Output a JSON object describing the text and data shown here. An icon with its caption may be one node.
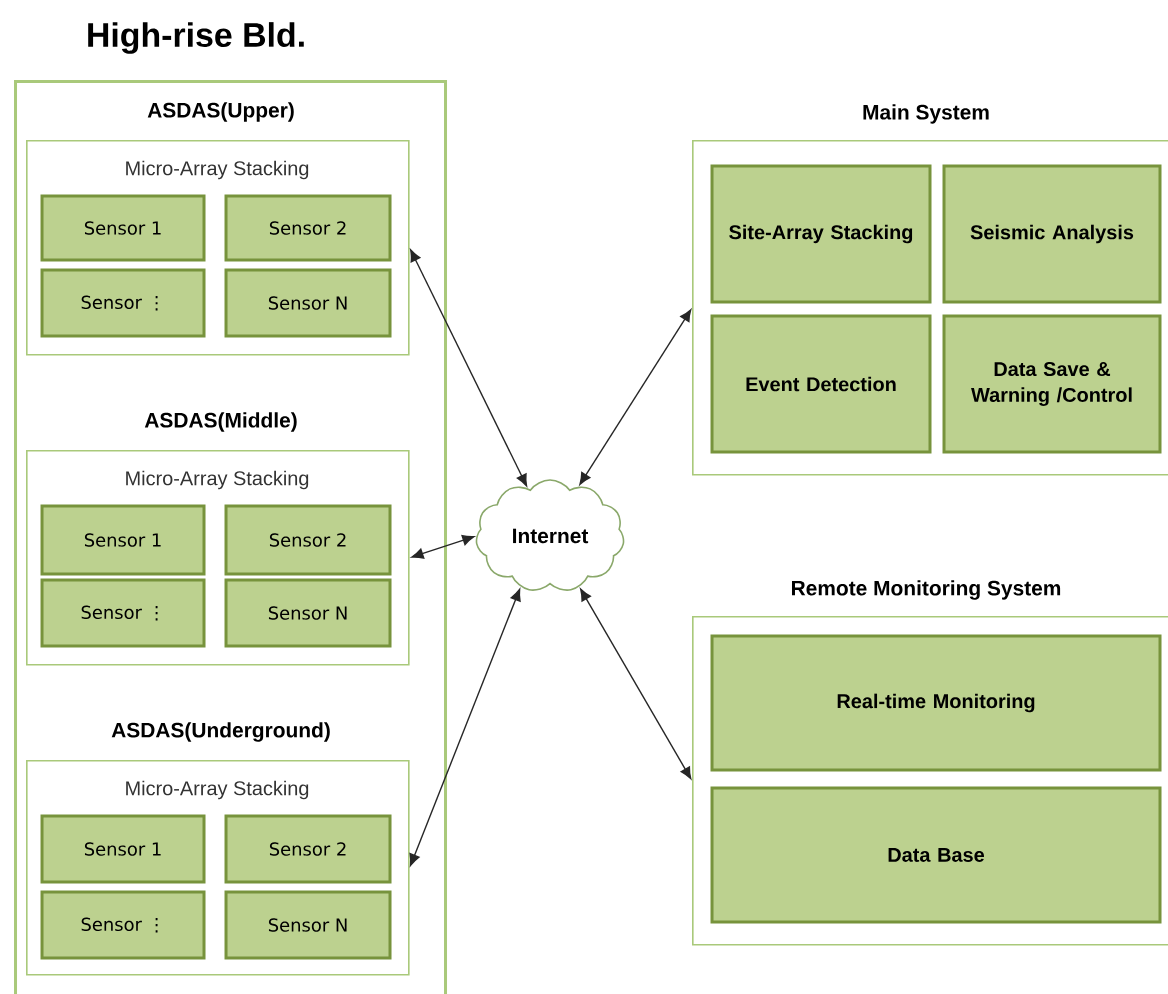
{
  "diagram": {
    "nodes": [
      {
        "text": [
          "High-rise Bld."
        ]
      },
      {
        "text": [
          "ASDAS(Upper)",
          "Micro-Array Stacking"
        ],
        "in": 0
      },
      {
        "text": [
          "Sensor 1"
        ],
        "in": 1
      },
      {
        "text": [
          "Sensor 2"
        ],
        "in": 1
      },
      {
        "text": [
          "Sensor ⋮"
        ],
        "in": 1
      },
      {
        "text": [
          "Sensor N"
        ],
        "in": 1
      },
      {
        "text": [
          "ASDAS(Middle)",
          "Micro-Array Stacking"
        ],
        "in": 0
      },
      {
        "text": [
          "Sensor 1"
        ],
        "in": 6
      },
      {
        "text": [
          "Sensor 2"
        ],
        "in": 6
      },
      {
        "text": [
          "Sensor ⋮"
        ],
        "in": 6
      },
      {
        "text": [
          "Sensor N"
        ],
        "in": 6
      },
      {
        "text": [
          "ASDAS(Underground)",
          "Micro-Array Stacking"
        ],
        "in": 0
      },
      {
        "text": [
          "Sensor 1"
        ],
        "in": 11
      },
      {
        "text": [
          "Sensor 2"
        ],
        "in": 11
      },
      {
        "text": [
          "Sensor ⋮"
        ],
        "in": 11
      },
      {
        "text": [
          "Sensor N"
        ],
        "in": 11
      },
      {
        "text": [
          "Internet"
        ]
      },
      {
        "text": [
          "Main System"
        ]
      },
      {
        "text": [
          "Site-Array Stacking"
        ],
        "in": 17
      },
      {
        "text": [
          "Seismic Analysis"
        ],
        "in": 17
      },
      {
        "text": [
          "Event Detection"
        ],
        "in": 17
      },
      {
        "text": [
          "Data Save & Warning /Control"
        ],
        "in": 17
      },
      {
        "text": [
          "Remote Monitoring System"
        ]
      },
      {
        "text": [
          "Real-time Monitoring"
        ],
        "in": 22
      },
      {
        "text": [
          "Data Base"
        ],
        "in": 22
      }
    ],
    "edges": [
      {
        "from": 1,
        "to": 16,
        "arrow": "both"
      },
      {
        "from": 6,
        "to": 16,
        "arrow": "both"
      },
      {
        "from": 11,
        "to": 16,
        "arrow": "both"
      },
      {
        "from": 16,
        "to": 17,
        "arrow": "both"
      },
      {
        "from": 16,
        "to": 22,
        "arrow": "both"
      }
    ]
  }
}
